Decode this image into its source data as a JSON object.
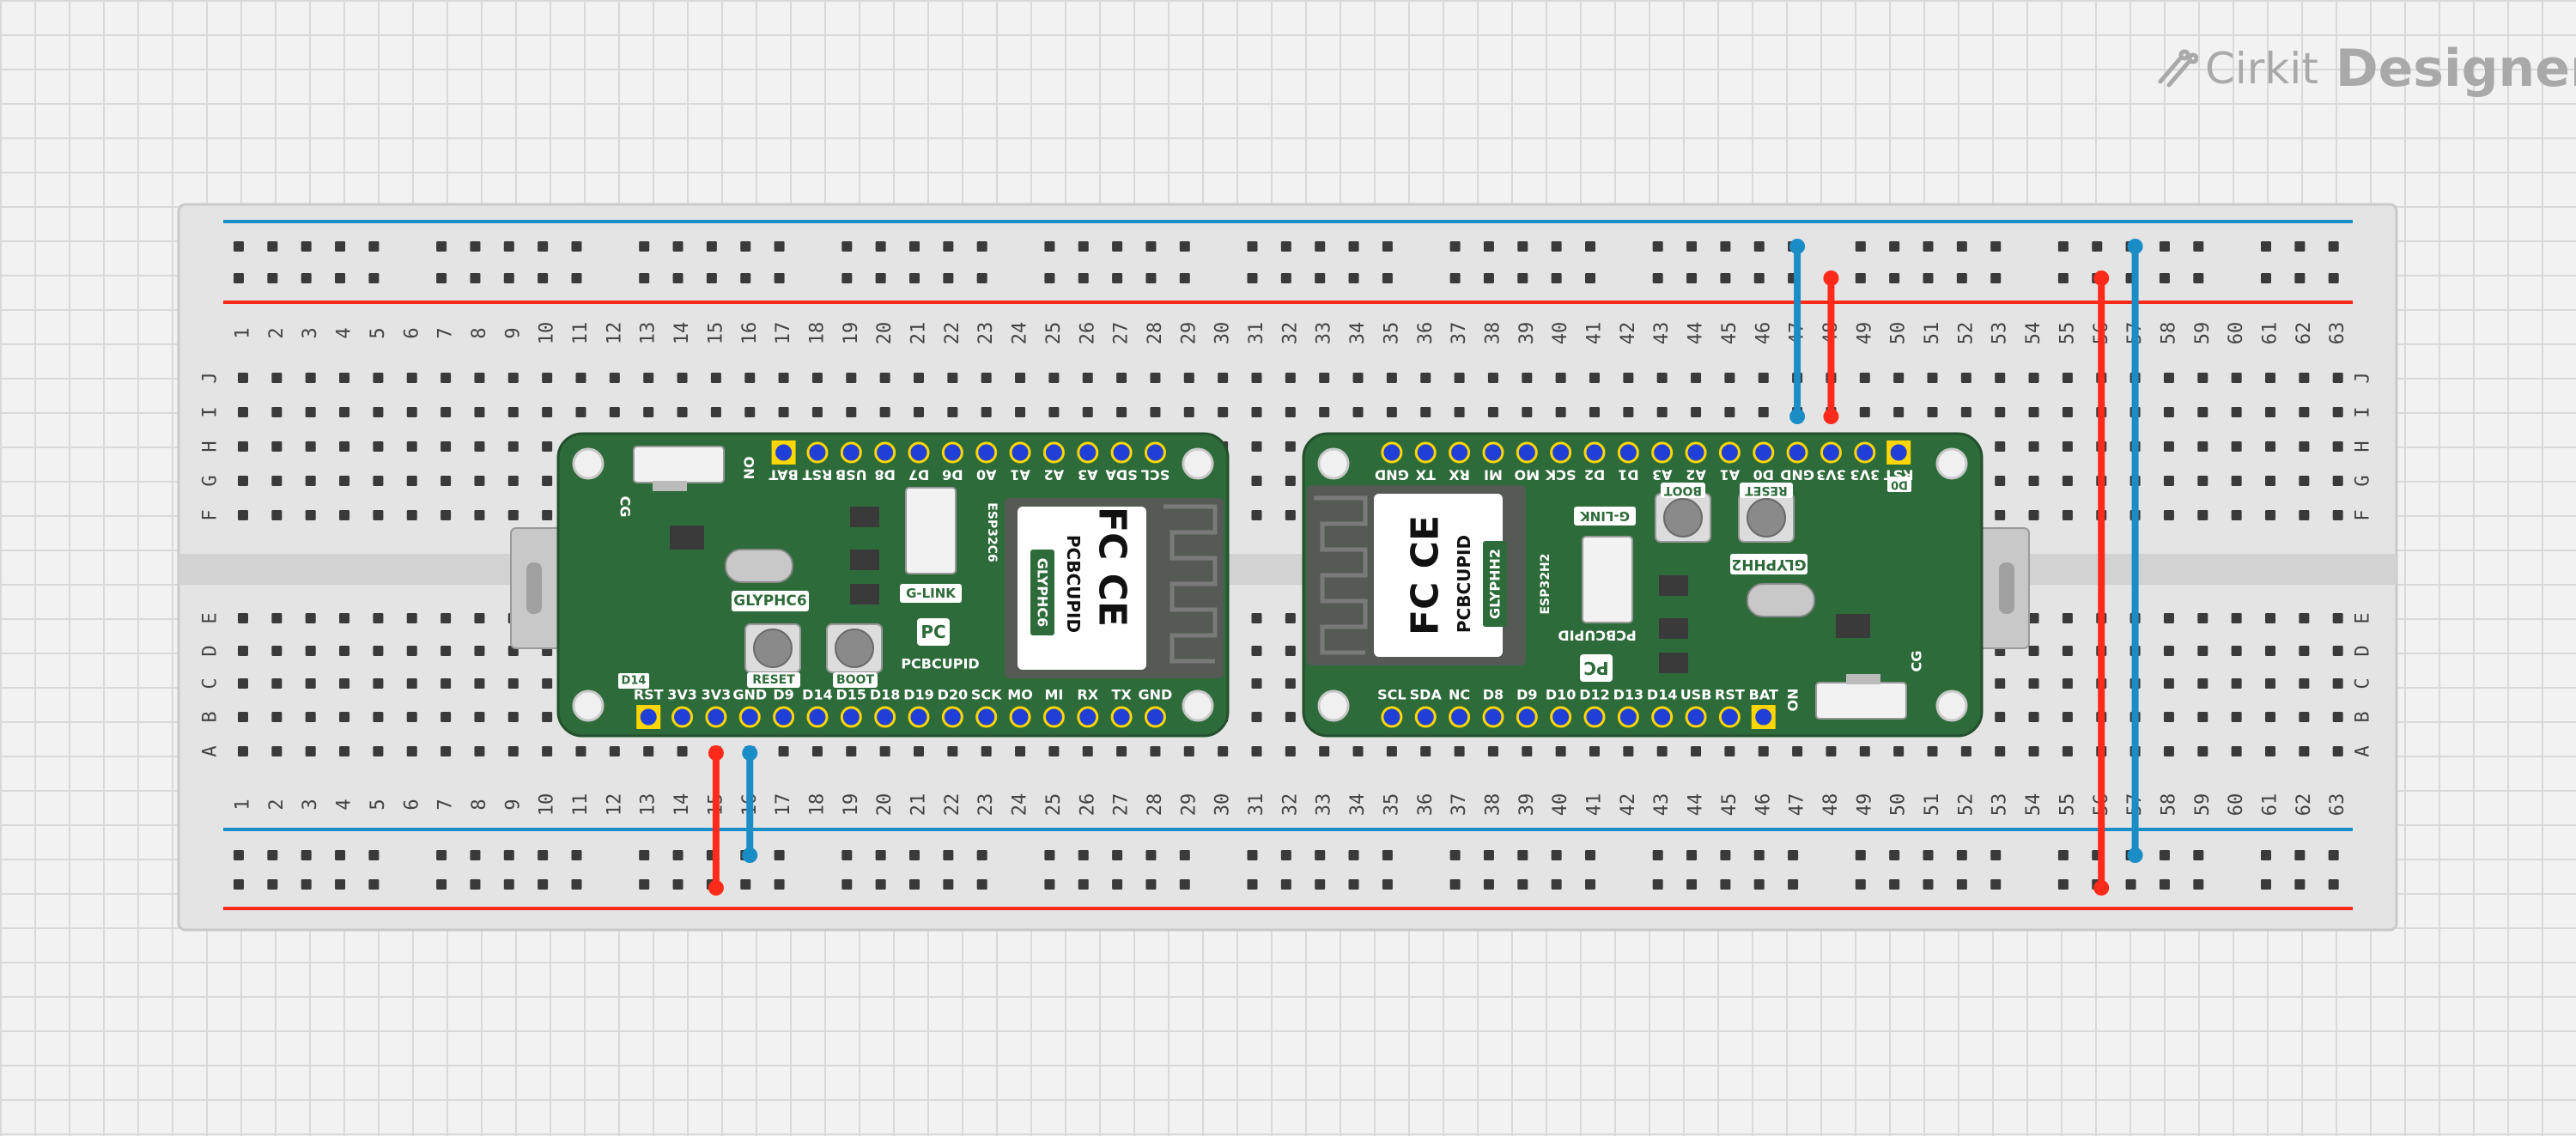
{
  "app": {
    "brand_cirkit": "Cirkit",
    "brand_designer": "Designer"
  },
  "breadboard": {
    "columns": [
      "1",
      "2",
      "3",
      "4",
      "5",
      "6",
      "7",
      "8",
      "9",
      "10",
      "11",
      "12",
      "13",
      "14",
      "15",
      "16",
      "17",
      "18",
      "19",
      "20",
      "21",
      "22",
      "23",
      "24",
      "25",
      "26",
      "27",
      "28",
      "29",
      "30",
      "31",
      "32",
      "33",
      "34",
      "35",
      "36",
      "37",
      "38",
      "39",
      "40",
      "41",
      "42",
      "43",
      "44",
      "45",
      "46",
      "47",
      "48",
      "49",
      "50",
      "51",
      "52",
      "53",
      "54",
      "55",
      "56",
      "57",
      "58",
      "59",
      "60",
      "61",
      "62",
      "63"
    ],
    "rows_top": [
      "J",
      "I",
      "H",
      "G",
      "F"
    ],
    "rows_bottom": [
      "E",
      "D",
      "C",
      "B",
      "A"
    ]
  },
  "board_c6": {
    "name": "GLYPHC6",
    "brand": "PCBCUPID",
    "module_label": "ESP32C6",
    "module_brand": "PCBCUPID",
    "module_name": "GLYPHC6",
    "fcc_ce": "FC CE",
    "glink": "G-LINK",
    "reset_label": "RESET",
    "boot_label": "BOOT",
    "on_label": "ON",
    "cg_label": "CG",
    "d14_label": "D14",
    "pc_logo": "PC",
    "top_pins": [
      "BAT",
      "RST",
      "USB",
      "D8",
      "D7",
      "D6",
      "A0",
      "A1",
      "A2",
      "A3",
      "SDA",
      "SCL"
    ],
    "bottom_pins": [
      "RST",
      "3V3",
      "3V3",
      "GND",
      "D9",
      "D14",
      "D15",
      "D18",
      "D19",
      "D20",
      "SCK",
      "MO",
      "MI",
      "RX",
      "TX",
      "GND"
    ]
  },
  "board_h2": {
    "name": "GLYPHH2",
    "brand": "PCBCUPID",
    "module_label": "ESP32H2",
    "module_brand": "PCBCUPID",
    "module_name": "GLYPHH2",
    "fcc_ce": "FC CE",
    "glink": "G-LINK",
    "reset_label": "RESET",
    "boot_label": "BOOT",
    "on_label": "ON",
    "cg_label": "CG",
    "d0_label": "D0",
    "pc_logo": "PC",
    "top_pins": [
      "GND",
      "TX",
      "RX",
      "MI",
      "MO",
      "SCK",
      "D2",
      "D1",
      "A3",
      "A2",
      "A1",
      "D0",
      "GND",
      "3V3",
      "3V3",
      "RST"
    ],
    "bottom_pins": [
      "SCL",
      "SDA",
      "NC",
      "D8",
      "D9",
      "D10",
      "D12",
      "D13",
      "D14",
      "USB",
      "RST",
      "BAT"
    ]
  },
  "colors": {
    "power": "#ff2a1a",
    "ground": "#1a8dc7",
    "pcb": "#2e6b3a",
    "breadboard": "#e6e6e6"
  }
}
